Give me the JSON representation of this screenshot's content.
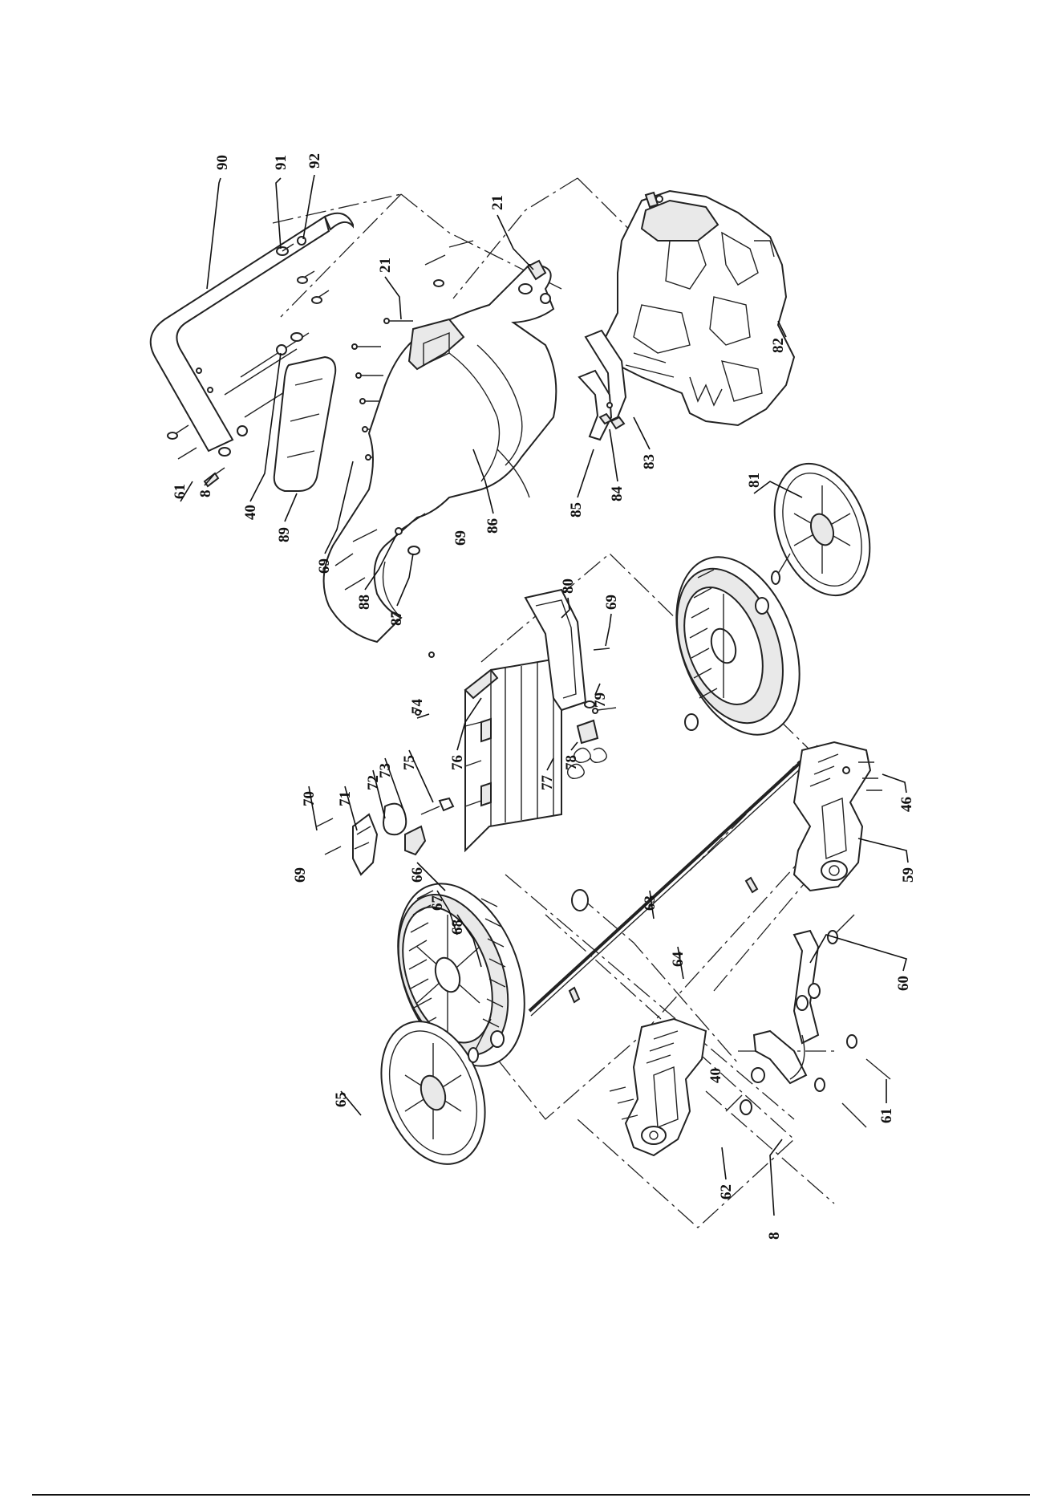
{
  "diagram": {
    "callouts": [
      {
        "id": "c90",
        "label": "90"
      },
      {
        "id": "c91",
        "label": "91"
      },
      {
        "id": "c92",
        "label": "92"
      },
      {
        "id": "c21a",
        "label": "21"
      },
      {
        "id": "c21b",
        "label": "21"
      },
      {
        "id": "c61a",
        "label": "61"
      },
      {
        "id": "c8a",
        "label": "8"
      },
      {
        "id": "c40a",
        "label": "40"
      },
      {
        "id": "c89",
        "label": "89"
      },
      {
        "id": "c69a",
        "label": "69"
      },
      {
        "id": "c88",
        "label": "88"
      },
      {
        "id": "c87",
        "label": "87"
      },
      {
        "id": "c86",
        "label": "86"
      },
      {
        "id": "c85",
        "label": "85"
      },
      {
        "id": "c84",
        "label": "84"
      },
      {
        "id": "c83",
        "label": "83"
      },
      {
        "id": "c82",
        "label": "82"
      },
      {
        "id": "c81",
        "label": "81"
      },
      {
        "id": "c80",
        "label": "80"
      },
      {
        "id": "c69b",
        "label": "69"
      },
      {
        "id": "c79",
        "label": "79"
      },
      {
        "id": "c78",
        "label": "78"
      },
      {
        "id": "c77",
        "label": "77"
      },
      {
        "id": "c76",
        "label": "76"
      },
      {
        "id": "c75",
        "label": "75"
      },
      {
        "id": "c74",
        "label": "74"
      },
      {
        "id": "c73",
        "label": "73"
      },
      {
        "id": "c72",
        "label": "72"
      },
      {
        "id": "c71",
        "label": "71"
      },
      {
        "id": "c70",
        "label": "70"
      },
      {
        "id": "c69c",
        "label": "69"
      },
      {
        "id": "c69d",
        "label": "69"
      },
      {
        "id": "c68",
        "label": "68"
      },
      {
        "id": "c67",
        "label": "67"
      },
      {
        "id": "c66",
        "label": "66"
      },
      {
        "id": "c65",
        "label": "65"
      },
      {
        "id": "c64",
        "label": "64"
      },
      {
        "id": "c63",
        "label": "63"
      },
      {
        "id": "c62",
        "label": "62"
      },
      {
        "id": "c8b",
        "label": "8"
      },
      {
        "id": "c40b",
        "label": "40"
      },
      {
        "id": "c61b",
        "label": "61"
      },
      {
        "id": "c60",
        "label": "60"
      },
      {
        "id": "c59",
        "label": "59"
      },
      {
        "id": "c46",
        "label": "46"
      }
    ]
  }
}
